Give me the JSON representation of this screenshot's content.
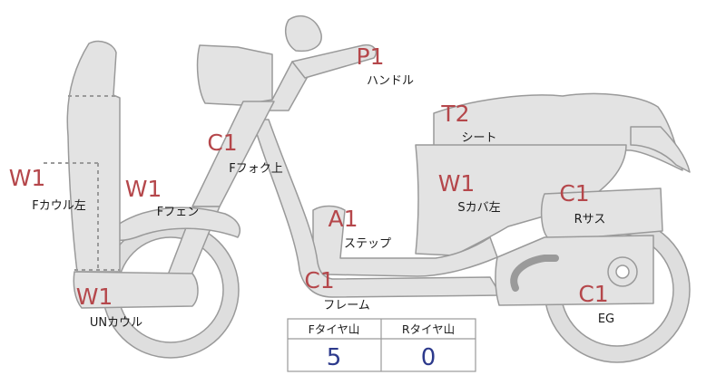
{
  "parts": [
    {
      "id": "handle",
      "grade": "P1",
      "label": "ハンドル"
    },
    {
      "id": "seat",
      "grade": "T2",
      "label": "シート"
    },
    {
      "id": "front-fork-upper",
      "grade": "C1",
      "label": "Fフォク上"
    },
    {
      "id": "front-cowl-left",
      "grade": "W1",
      "label": "Fカウル左"
    },
    {
      "id": "front-fender",
      "grade": "W1",
      "label": "Fフェン"
    },
    {
      "id": "side-cover-left",
      "grade": "W1",
      "label": "Sカバ左"
    },
    {
      "id": "rear-suspension",
      "grade": "C1",
      "label": "Rサス"
    },
    {
      "id": "step",
      "grade": "A1",
      "label": "ステップ"
    },
    {
      "id": "frame",
      "grade": "C1",
      "label": "フレーム"
    },
    {
      "id": "under-cowl",
      "grade": "W1",
      "label": "UNカウル"
    },
    {
      "id": "engine",
      "grade": "C1",
      "label": "EG"
    }
  ],
  "tire_table": {
    "headers": [
      "Fタイヤ山",
      "Rタイヤ山"
    ],
    "values": [
      "5",
      "0"
    ]
  },
  "colors": {
    "grade_text": "#b5474b",
    "value_text": "#2d3a8c",
    "part_fill": "#e3e3e3",
    "part_stroke": "#9a9a9a"
  }
}
